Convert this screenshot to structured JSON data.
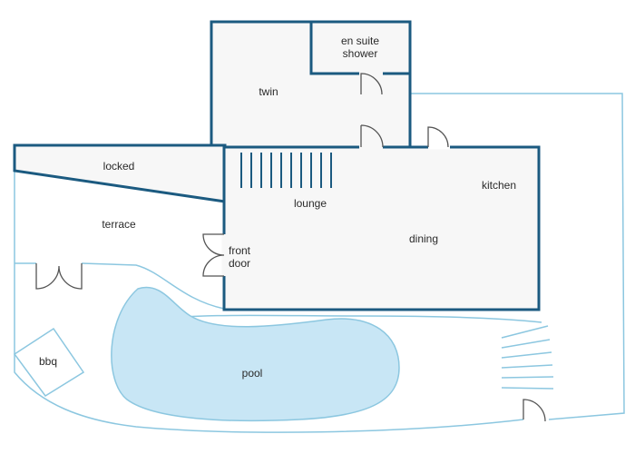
{
  "labels": {
    "en_suite_line1": "en suite",
    "en_suite_line2": "shower",
    "twin": "twin",
    "locked": "locked",
    "kitchen": "kitchen",
    "lounge": "lounge",
    "terrace": "terrace",
    "dining": "dining",
    "front_door_line1": "front",
    "front_door_line2": "door",
    "bbq": "bbq",
    "pool": "pool"
  },
  "colors": {
    "wall": "#1b5a80",
    "site_outline": "#8cc7e0",
    "pool_fill": "#c8e6f5",
    "room_fill": "#f7f7f7"
  }
}
